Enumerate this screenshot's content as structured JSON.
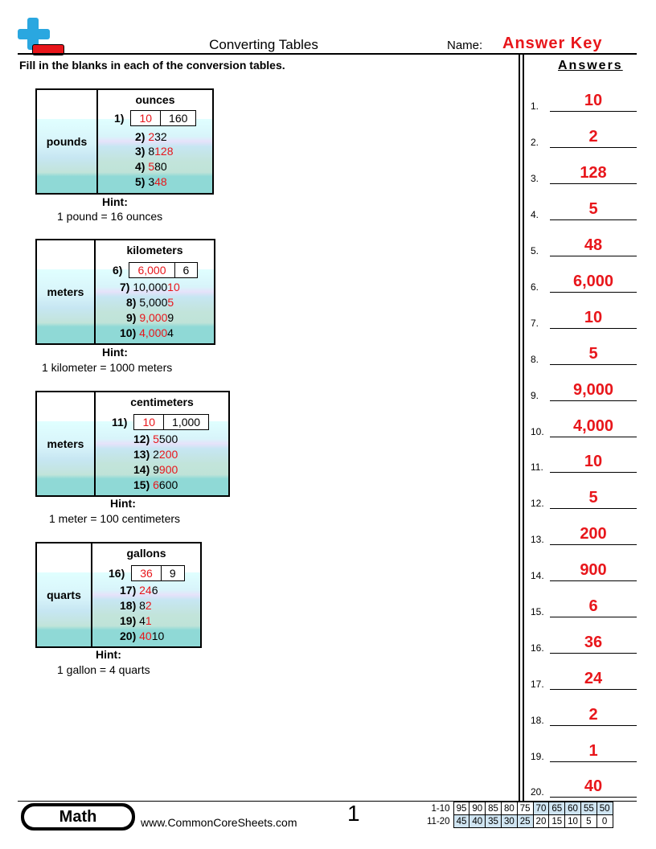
{
  "header": {
    "title": "Converting Tables",
    "name_label": "Name:",
    "name_value": "Answer Key",
    "instructions": "Fill in the blanks in each of the conversion tables."
  },
  "answers_panel": {
    "title": "Answers",
    "items": [
      {
        "num": "1.",
        "value": "10"
      },
      {
        "num": "2.",
        "value": "2"
      },
      {
        "num": "3.",
        "value": "128"
      },
      {
        "num": "4.",
        "value": "5"
      },
      {
        "num": "5.",
        "value": "48"
      },
      {
        "num": "6.",
        "value": "6,000"
      },
      {
        "num": "7.",
        "value": "10"
      },
      {
        "num": "8.",
        "value": "5"
      },
      {
        "num": "9.",
        "value": "9,000"
      },
      {
        "num": "10.",
        "value": "4,000"
      },
      {
        "num": "11.",
        "value": "10"
      },
      {
        "num": "12.",
        "value": "5"
      },
      {
        "num": "13.",
        "value": "200"
      },
      {
        "num": "14.",
        "value": "900"
      },
      {
        "num": "15.",
        "value": "6"
      },
      {
        "num": "16.",
        "value": "36"
      },
      {
        "num": "17.",
        "value": "24"
      },
      {
        "num": "18.",
        "value": "2"
      },
      {
        "num": "19.",
        "value": "1"
      },
      {
        "num": "20.",
        "value": "40"
      }
    ]
  },
  "tables": [
    {
      "left_unit": "pounds",
      "right_unit": "ounces",
      "example": {
        "num": "1)",
        "left": "10",
        "right": "160"
      },
      "rows": [
        {
          "num": "2)",
          "a": "2",
          "b": "32"
        },
        {
          "num": "3)",
          "a": "8",
          "b": "128"
        },
        {
          "num": "4)",
          "a": "5",
          "b": "80"
        },
        {
          "num": "5)",
          "a": "3",
          "b": "48"
        }
      ],
      "hint_label": "Hint:",
      "hint": "1 pound = 16 ounces"
    },
    {
      "left_unit": "meters",
      "right_unit": "kilometers",
      "example": {
        "num": "6)",
        "left": "6,000",
        "right": "6"
      },
      "rows": [
        {
          "num": "7)",
          "a": "10,000",
          "b": "10"
        },
        {
          "num": "8)",
          "a": "5,000",
          "b": "5"
        },
        {
          "num": "9)",
          "a": "9,000",
          "b": "9"
        },
        {
          "num": "10)",
          "a": "4,000",
          "b": "4"
        }
      ],
      "hint_label": "Hint:",
      "hint": "1 kilometer = 1000 meters"
    },
    {
      "left_unit": "meters",
      "right_unit": "centimeters",
      "example": {
        "num": "11)",
        "left": "10",
        "right": "1,000"
      },
      "rows": [
        {
          "num": "12)",
          "a": "5",
          "b": "500"
        },
        {
          "num": "13)",
          "a": "2",
          "b": "200"
        },
        {
          "num": "14)",
          "a": "9",
          "b": "900"
        },
        {
          "num": "15)",
          "a": "6",
          "b": "600"
        }
      ],
      "hint_label": "Hint:",
      "hint": "1 meter = 100 centimeters"
    },
    {
      "left_unit": "quarts",
      "right_unit": "gallons",
      "example": {
        "num": "16)",
        "left": "36",
        "right": "9"
      },
      "rows": [
        {
          "num": "17)",
          "a": "24",
          "b": "6"
        },
        {
          "num": "18)",
          "a": "8",
          "b": "2"
        },
        {
          "num": "19)",
          "a": "4",
          "b": "1"
        },
        {
          "num": "20)",
          "a": "40",
          "b": "10"
        }
      ],
      "hint_label": "Hint:",
      "hint": "1 gallon = 4 quarts"
    }
  ],
  "footer": {
    "subject": "Math",
    "site": "www.CommonCoreSheets.com",
    "page": "1",
    "score_rows": [
      {
        "label": "1-10",
        "values": [
          "95",
          "90",
          "85",
          "80",
          "75",
          "70",
          "65",
          "60",
          "55",
          "50"
        ]
      },
      {
        "label": "11-20",
        "values": [
          "45",
          "40",
          "35",
          "30",
          "25",
          "20",
          "15",
          "10",
          "5",
          "0"
        ]
      }
    ]
  },
  "colors": {
    "answer_red": "#e8161b",
    "logo_blue": "#2aa7e0"
  }
}
